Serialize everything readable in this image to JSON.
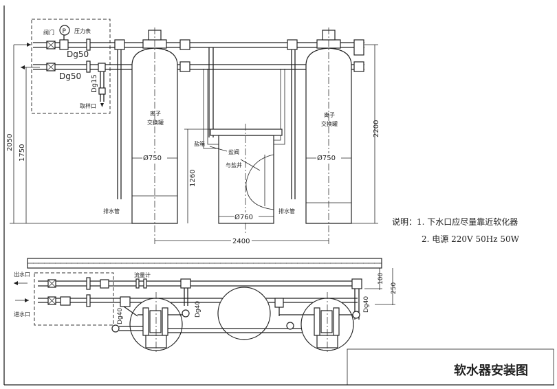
{
  "title": "软水器安装图",
  "notes": {
    "line1": "说明：1. 下水口应尽量靠近软化器",
    "line2": "2. 电源 220V 50Hz 50W"
  },
  "elevation": {
    "valve": "阀门",
    "pressure_gauge": "压力表",
    "gauge_symbol": "P",
    "outlet_pipe": "Dg50",
    "inlet_pipe": "Dg50",
    "sample_pipe": "Dg15",
    "sample_port": "取样口",
    "tank_left_label_1": "离子",
    "tank_left_label_2": "交换罐",
    "tank_right_label_1": "离子",
    "tank_right_label_2": "交换罐",
    "tank_left_diameter": "Ø750",
    "tank_right_diameter": "Ø750",
    "salt_box": "盐箱",
    "salt_valve_1": "盐阀",
    "salt_valve_2": "与盐井",
    "salt_diameter": "Ø760",
    "drain_left": "排水管",
    "drain_right": "排水管",
    "dim_2050": "2050",
    "dim_1750": "1750",
    "dim_1260": "1260",
    "dim_2200": "2200",
    "dim_2400": "2400"
  },
  "plan": {
    "outlet": "出水口",
    "inlet": "进水口",
    "flowmeter": "流量计",
    "dg40_left": "Dg40",
    "dg40_mid": "Dg40",
    "dg40_right": "Dg40",
    "dim_100": "100",
    "dim_250": "250"
  }
}
